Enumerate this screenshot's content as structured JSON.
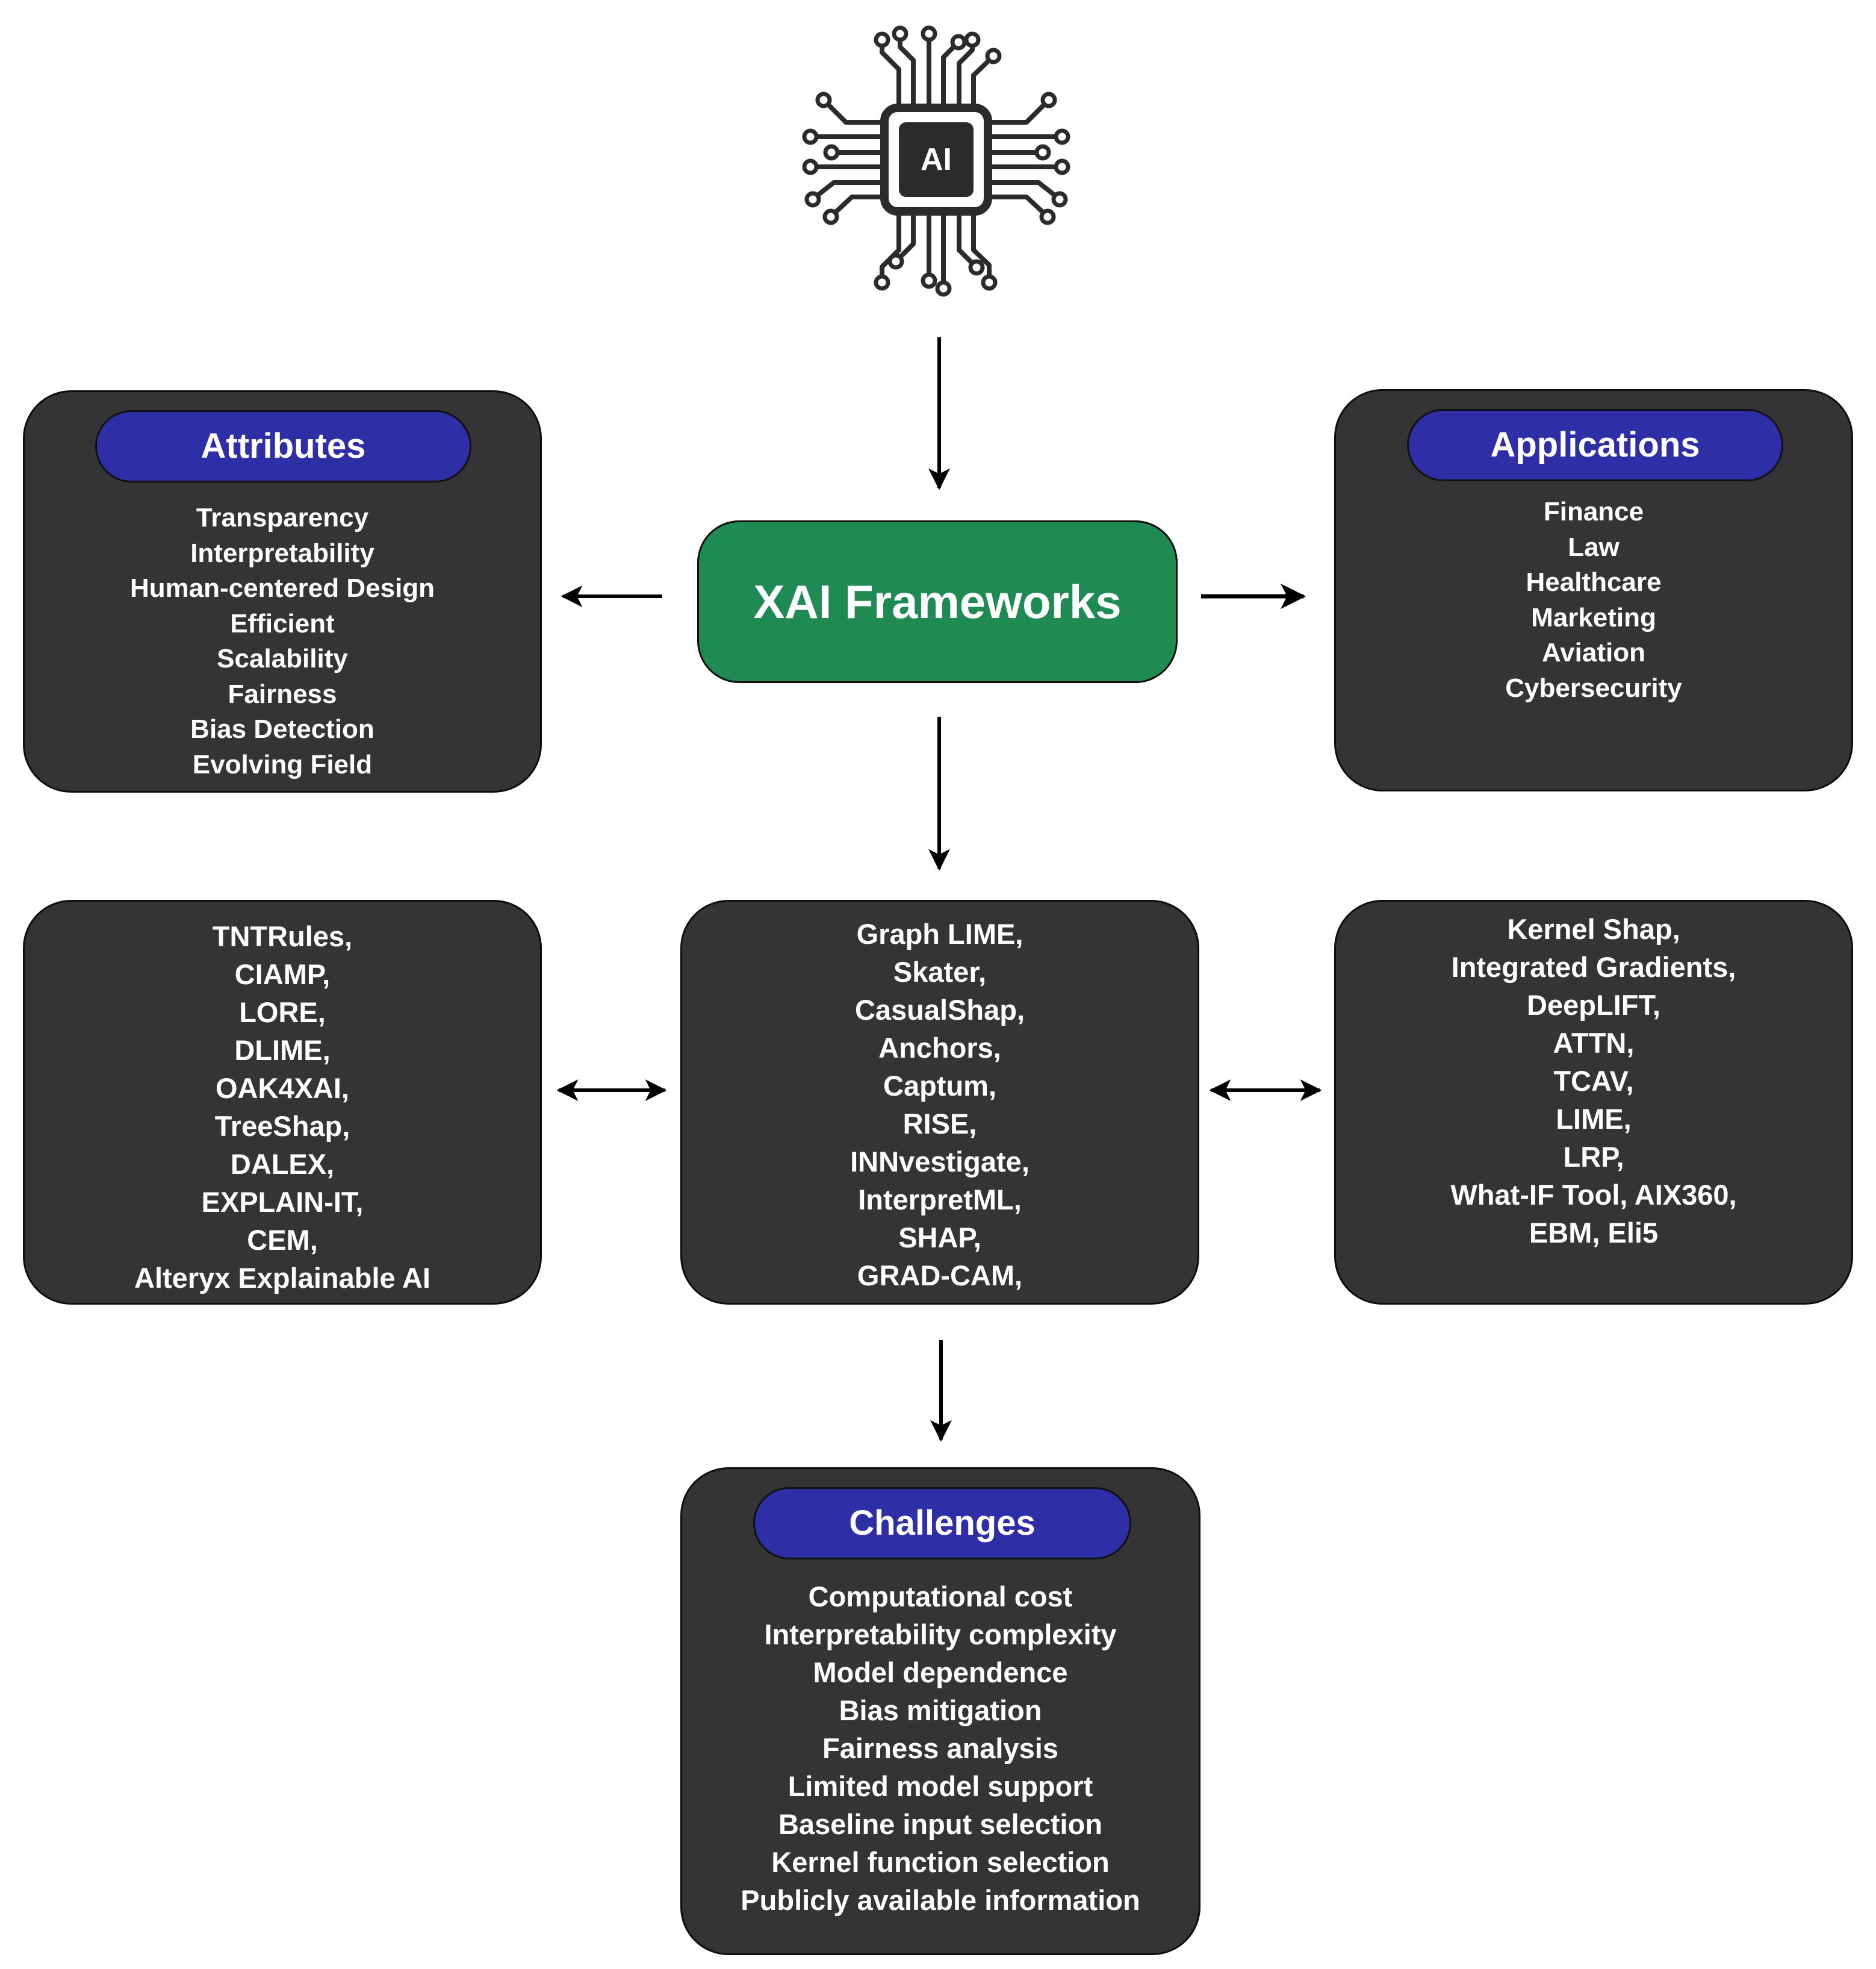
{
  "chip": {
    "label": "AI"
  },
  "central": {
    "title": "XAI Frameworks"
  },
  "attributes": {
    "title": "Attributes",
    "items": [
      "Transparency",
      "Interpretability",
      "Human-centered Design",
      "Efficient",
      "Scalability",
      "Fairness",
      "Bias Detection",
      "Evolving Field"
    ]
  },
  "applications": {
    "title": "Applications",
    "items": [
      "Finance",
      "Law",
      "Healthcare",
      "Marketing",
      "Aviation",
      "Cybersecurity"
    ]
  },
  "frameworks_left": {
    "items": [
      "TNTRules,",
      "CIAMP,",
      "LORE,",
      "DLIME,",
      "OAK4XAI,",
      "TreeShap,",
      "DALEX,",
      "EXPLAIN-IT,",
      "CEM,",
      "Alteryx Explainable AI"
    ]
  },
  "frameworks_center": {
    "items": [
      "Graph LIME,",
      "Skater,",
      "CasualShap,",
      "Anchors,",
      "Captum,",
      "RISE,",
      "INNvestigate,",
      "InterpretML,",
      "SHAP,",
      "GRAD-CAM,"
    ]
  },
  "frameworks_right": {
    "items": [
      "Kernel Shap,",
      "Integrated Gradients,",
      "DeepLIFT,",
      "ATTN,",
      "TCAV,",
      "LIME,",
      "LRP,",
      "What-IF Tool, AIX360,",
      "EBM, Eli5"
    ]
  },
  "challenges": {
    "title": "Challenges",
    "items": [
      "Computational cost",
      "Interpretability complexity",
      "Model dependence",
      "Bias mitigation",
      "Fairness analysis",
      "Limited model support",
      "Baseline input selection",
      "Kernel function selection",
      "Publicly available information"
    ]
  },
  "colors": {
    "box_fill": "#343436",
    "pill_fill": "#2e2ea6",
    "central_fill": "#1f8b52",
    "text": "#ffffff"
  }
}
